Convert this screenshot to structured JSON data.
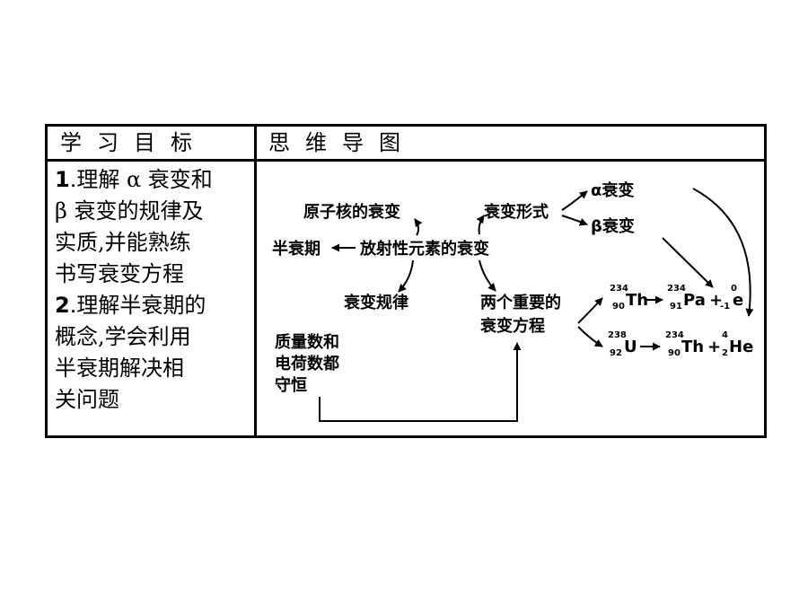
{
  "table": {
    "header_left": "学习目标",
    "header_right": "思维导图",
    "goals": [
      {
        "num": "1",
        "lines": [
          ".理解 α 衰变和",
          "β 衰变的规律及",
          "实质,并能熟练",
          "书写衰变方程"
        ]
      },
      {
        "num": "2",
        "lines": [
          ".理解半衰期的",
          "概念,学会利用",
          "半衰期解决相",
          "关问题"
        ]
      }
    ]
  },
  "mindmap": {
    "center": "放射性元素的衰变",
    "nucleus_decay": "原子核的衰变",
    "half_life": "半衰期",
    "decay_law": "衰变规律",
    "conservation_lines": [
      "质量数和",
      "电荷数都",
      "守恒"
    ],
    "decay_forms": "衰变形式",
    "alpha_decay": "α衰变",
    "beta_decay": "β衰变",
    "two_equations_lines": [
      "两个重要的",
      "衰变方程"
    ],
    "equation_beta": {
      "th_mass": "234",
      "th_charge": "90",
      "th_symbol": "Th",
      "pa_mass": "234",
      "pa_charge": "91",
      "pa_symbol": "Pa",
      "plus": "+",
      "e_mass": "0",
      "e_charge": "-1",
      "e_symbol": "e"
    },
    "equation_alpha": {
      "u_mass": "238",
      "u_charge": "92",
      "u_symbol": "U",
      "th_mass": "234",
      "th_charge": "90",
      "th_symbol": "Th",
      "plus": "+",
      "he_mass": "4",
      "he_charge": "2",
      "he_symbol": "He"
    }
  }
}
